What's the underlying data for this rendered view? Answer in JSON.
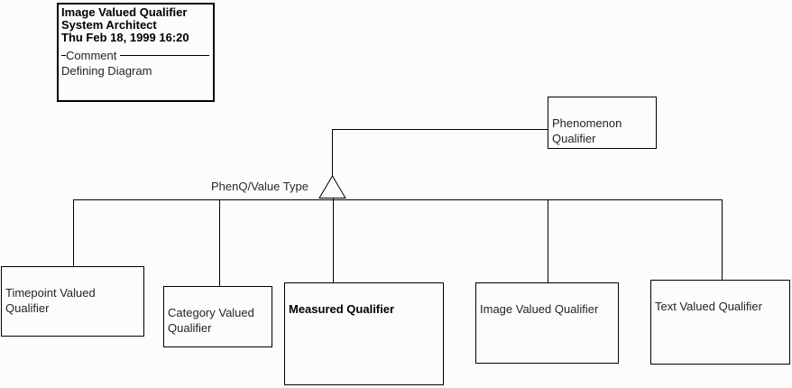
{
  "diagram": {
    "comment_block": {
      "title": "Image Valued Qualifier",
      "tool": "System Architect",
      "timestamp": "Thu Feb 18, 1999  16:20",
      "section_label": "Comment",
      "comment_text": "Defining Diagram"
    },
    "supertype": {
      "label": "Phenomenon\nQualifier"
    },
    "relationship_label": "PhenQ/Value Type",
    "subtypes": [
      {
        "label": "Timepoint Valued\nQualifier"
      },
      {
        "label": "Category Valued\nQualifier"
      },
      {
        "label": "Measured Qualifier"
      },
      {
        "label": "Image Valued Qualifier"
      },
      {
        "label": "Text Valued Qualifier"
      }
    ],
    "colors": {
      "background": "#fcfcfc",
      "line": "#000000",
      "text": "#242424",
      "bold_text": "#000000"
    }
  }
}
